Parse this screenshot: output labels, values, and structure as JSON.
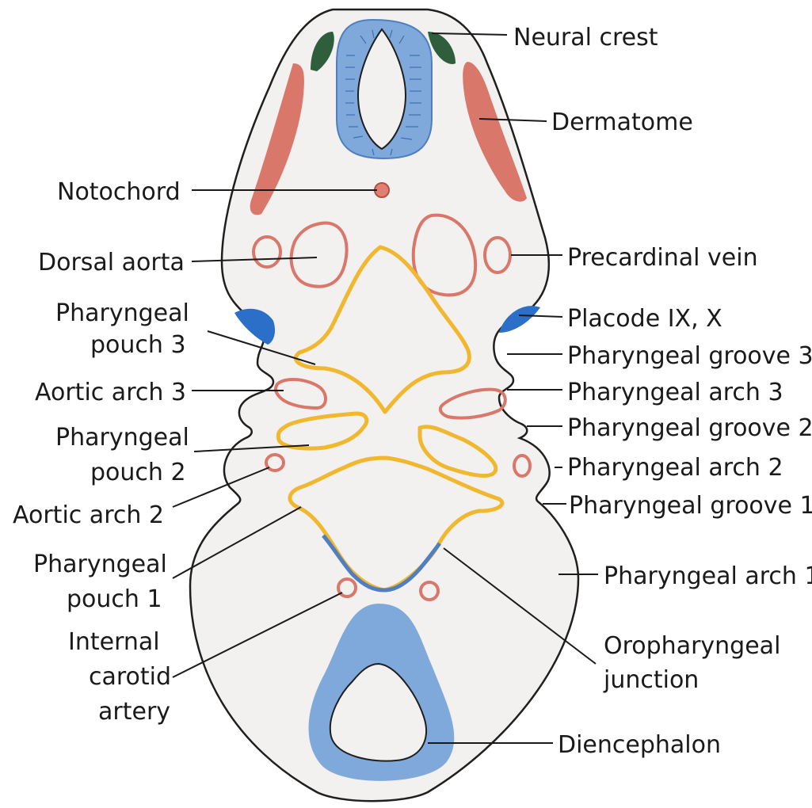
{
  "colors": {
    "tissue": "#f2f1ef",
    "outline": "#1f1f1f",
    "neural": "#7fa9db",
    "neural_dark": "#4f7fc0",
    "crest": "#2f5e3c",
    "dermatome": "#d9776a",
    "vessel": "#d9776a",
    "endoderm": "#f0b72f",
    "placode": "#2c6fc9"
  },
  "labels": {
    "neural_crest": "Neural crest",
    "dermatome": "Dermatome",
    "notochord": "Notochord",
    "dorsal_aorta": "Dorsal aorta",
    "precardinal_vein": "Precardinal vein",
    "pharyngeal_pouch_3_line1": "Pharyngeal",
    "pharyngeal_pouch_3_line2": "pouch 3",
    "placode_ix_x": "Placode IX, X",
    "pharyngeal_groove_3": "Pharyngeal groove 3",
    "aortic_arch_3": "Aortic arch 3",
    "pharyngeal_arch_3": "Pharyngeal arch 3",
    "pharyngeal_pouch_2_line1": "Pharyngeal",
    "pharyngeal_pouch_2_line2": "pouch 2",
    "pharyngeal_groove_2": "Pharyngeal groove 2",
    "pharyngeal_arch_2": "Pharyngeal arch 2",
    "aortic_arch_2": "Aortic arch 2",
    "pharyngeal_groove_1": "Pharyngeal groove 1",
    "pharyngeal_pouch_1_line1": "Pharyngeal",
    "pharyngeal_pouch_1_line2": "pouch 1",
    "pharyngeal_arch_1": "Pharyngeal arch 1",
    "internal_carotid_line1": "Internal",
    "internal_carotid_line2": "carotid",
    "internal_carotid_line3": "artery",
    "oropharyngeal_line1": "Oropharyngeal",
    "oropharyngeal_line2": "junction",
    "diencephalon": "Diencephalon"
  }
}
